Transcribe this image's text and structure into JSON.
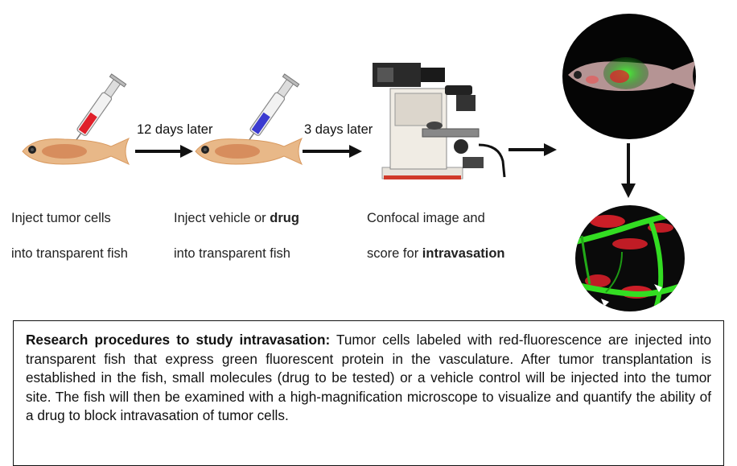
{
  "steps": [
    {
      "line1": "Inject tumor cells",
      "line2": "into transparent fish"
    },
    {
      "line1_pre": "Inject vehicle or ",
      "line1_bold": "drug",
      "line2": "into transparent fish"
    },
    {
      "line1": "Confocal image and",
      "line2_pre": "score for ",
      "line2_bold": "intravasation"
    }
  ],
  "arrows": [
    {
      "label": "12 days later"
    },
    {
      "label": "3 days later"
    }
  ],
  "caption": {
    "title": "Research procedures to study intravasation:",
    "body": " Tumor cells labeled with red-fluorescence are injected into transparent fish that express green fluorescent protein in the vasculature. After tumor transplantation is established in the fish, small molecules (drug to be tested) or a vehicle control will be injected into the tumor site. The fish will then be examined with a high-magnification microscope to visualize and quantify the ability of a drug to block intravasation of tumor cells."
  },
  "colors": {
    "tumor_red": "#e0202a",
    "drug_blue": "#3b3bd0",
    "vessel_green": "#33dd22",
    "fish_body": "#e8b888"
  }
}
